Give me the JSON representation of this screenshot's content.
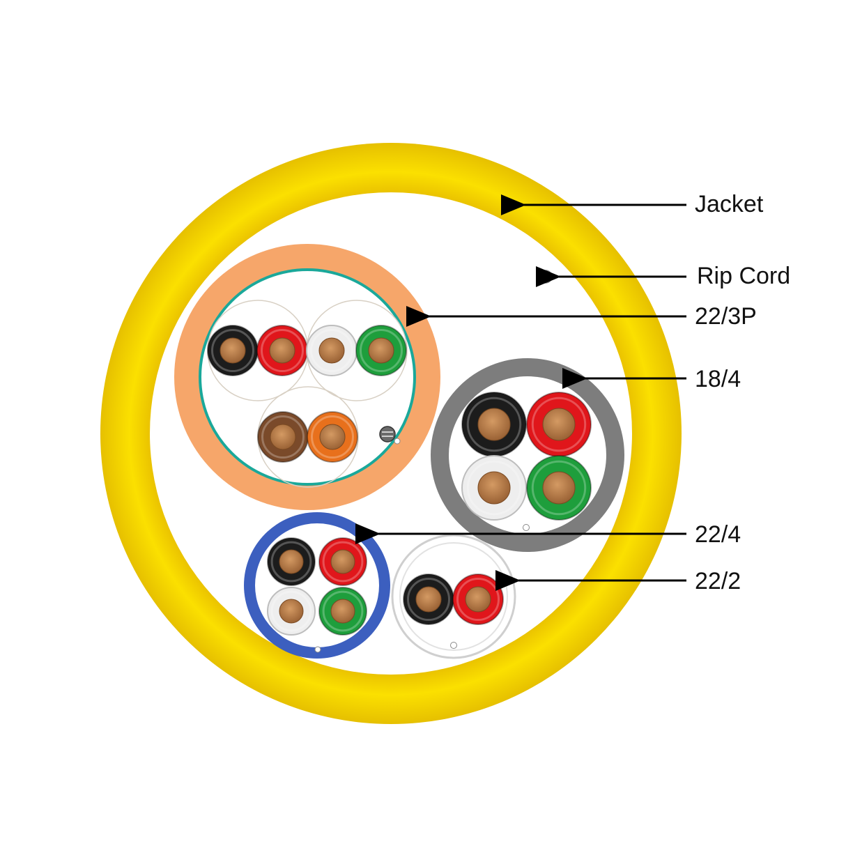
{
  "colors": {
    "jacket": "#f5d800",
    "jacket_edge": "#e8c200",
    "orange_jacket": "#f6a66a",
    "teal_shield": "#1aa89a",
    "gray_jacket": "#7d7d7d",
    "blue_jacket": "#3c5fbf",
    "white_jacket": "#dcdcdc",
    "copper": "#b87a45",
    "black_insulation": "#1c1c1c",
    "red_insulation": "#e0161b",
    "white_insulation": "#eeeeee",
    "green_insulation": "#1e9e3c",
    "brown_insulation": "#7a4a2a",
    "orange_insulation": "#e8701c"
  },
  "labels": {
    "jacket": "Jacket",
    "rip_cord": "Rip Cord",
    "c22_3p": "22/3P",
    "c18_4": "18/4",
    "c22_4": "22/4",
    "c22_2": "22/2"
  },
  "icons": {
    "arrow": "arrowhead-left",
    "drain": "drain-wire"
  }
}
